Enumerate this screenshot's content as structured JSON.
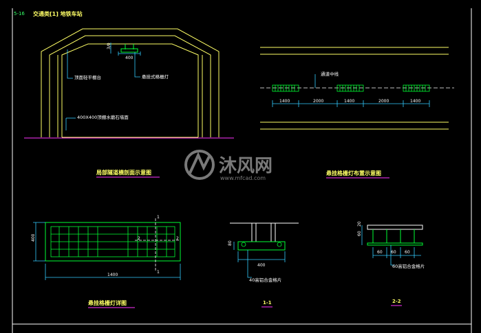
{
  "header": {
    "page_code": "5-16",
    "project_title": "交通类[1] 地铁车站"
  },
  "colors": {
    "background": "#000000",
    "frame": "#ffffff",
    "structure": "#ffff66",
    "detail": "#00ff33",
    "dimension": "#33ccff",
    "label": "#ffffff",
    "title": "#ffff66",
    "title_underline": "#ff33ff",
    "axis_mark": "#ff3333"
  },
  "section_view": {
    "label_ceiling": "顶面轻平棚台",
    "label_lamp": "悬挂式格栅灯",
    "label_dim_400": "400",
    "label_dim_side": "3/0",
    "label_column": "400X400顶棚水磨石墙面",
    "title": "局部隧道横剖面示意图"
  },
  "plan_view": {
    "label_centerline": "通道中线",
    "dims": [
      "1400",
      "2000",
      "1400",
      "2000",
      "1400"
    ],
    "title": "悬挂格栅灯布置示意图"
  },
  "grille_plan": {
    "dim_height": "400",
    "dim_width": "1400",
    "mark_top": "1",
    "mark_bottom": "1",
    "mark_left": "2",
    "mark_right": "2",
    "title": "悬挂格栅灯详图"
  },
  "section_1_1": {
    "dim_80": "80",
    "dim_400": "400",
    "label_fin": "40高铝合金格片",
    "title": "1-1"
  },
  "section_2_2": {
    "dim_60": "60",
    "dim_20": "20",
    "dim_60_a": "60",
    "dim_60_b": "60",
    "dim_60_c": "60",
    "label_fin": "60高铝合金格片",
    "title": "2-2"
  },
  "watermark": {
    "brand": "沐风网",
    "url": "www.mfcad.com"
  }
}
